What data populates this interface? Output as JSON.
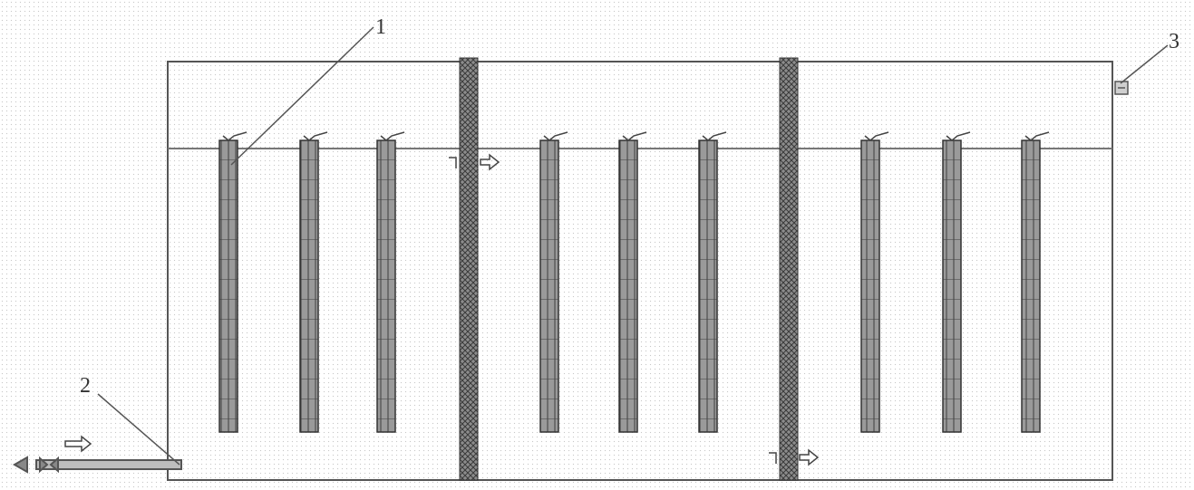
{
  "diagram": {
    "callouts": [
      {
        "id": "callout-1",
        "text": "1"
      },
      {
        "id": "callout-2",
        "text": "2"
      },
      {
        "id": "callout-3",
        "text": "3"
      }
    ],
    "tank": {
      "compartments": 3,
      "plates_per_compartment": 3,
      "partitions": 2
    },
    "colors": {
      "line": "#555555",
      "plate_fill": "#8a8a8a",
      "partition_fill": "#6e6e6e",
      "water_line": "#777777"
    }
  }
}
